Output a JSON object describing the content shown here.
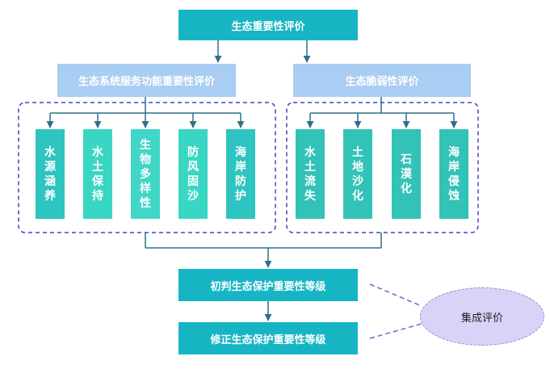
{
  "top": {
    "label": "生态重要性评价"
  },
  "left_group": {
    "label": "生态系统服务功能重要性评价",
    "items": [
      "水源涵养",
      "水土保持",
      "生物多样性",
      "防风固沙",
      "海岸防护"
    ]
  },
  "right_group": {
    "label": "生态脆弱性评价",
    "items": [
      "水土流失",
      "土地沙化",
      "石漠化",
      "海岸侵蚀"
    ]
  },
  "stage1": {
    "label": "初判生态保护重要性等级"
  },
  "stage2": {
    "label": "修正生态保护重要性等级"
  },
  "integration": {
    "label": "集成评价"
  },
  "colors": {
    "primary_teal": "#17b5c4",
    "light_blue": "#a9cdf3",
    "leaf_teal": "#2ec4c0",
    "dashed_border": "#4a42c0",
    "ellipse_fill": "#d9d4f7"
  }
}
